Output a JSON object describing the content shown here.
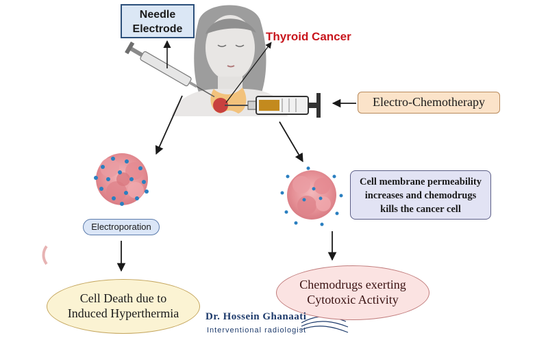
{
  "labels": {
    "needle_line1": "Needle",
    "needle_line2": "Electrode",
    "thyroid_cancer": "Thyroid Cancer",
    "electro_chemotherapy": "Electro-Chemotherapy",
    "permeability_line1": "Cell membrane permeability",
    "permeability_line2": "increases and chemodrugs",
    "permeability_line3": "kills the cancer cell",
    "electroporation": "Electroporation",
    "cell_death_line1": "Cell Death due to",
    "cell_death_line2": "Induced Hyperthermia",
    "chemodrugs_line1": "Chemodrugs exerting",
    "chemodrugs_line2": "Cytotoxic Activity"
  },
  "logo": {
    "name": "Dr. Hossein Ghanaati",
    "subtitle": "Interventional radiologist"
  },
  "colors": {
    "accent_red": "#c8161d",
    "navy": "#1d3a6b",
    "cell_pink": "#e88a8f",
    "dot_blue": "#2a7fc0"
  }
}
